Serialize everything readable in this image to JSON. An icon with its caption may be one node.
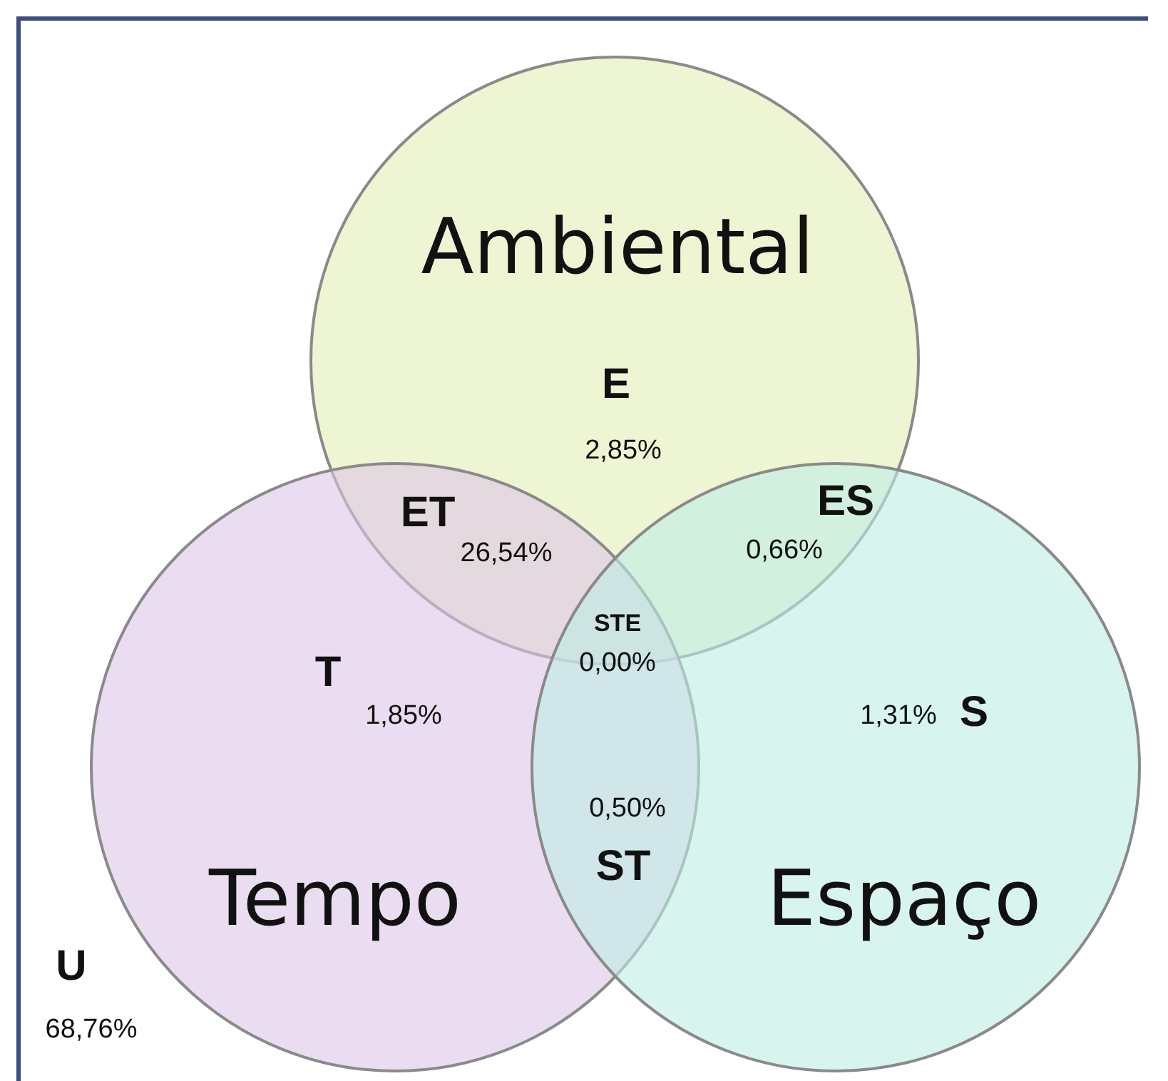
{
  "diagram": {
    "nodes": [
      {
        "text": [
          "Ambiental"
        ]
      },
      {
        "text": [
          "Tempo"
        ]
      },
      {
        "text": [
          "Espaço"
        ]
      }
    ],
    "edges": [],
    "labels": [
      "E",
      "2,85%",
      "ET",
      "26,54%",
      "ES",
      "0,66%",
      "STE",
      "0,00%",
      "T",
      "1,85%",
      "1,31%",
      "S",
      "0,50%",
      "ST",
      "U",
      "68,76%"
    ]
  }
}
